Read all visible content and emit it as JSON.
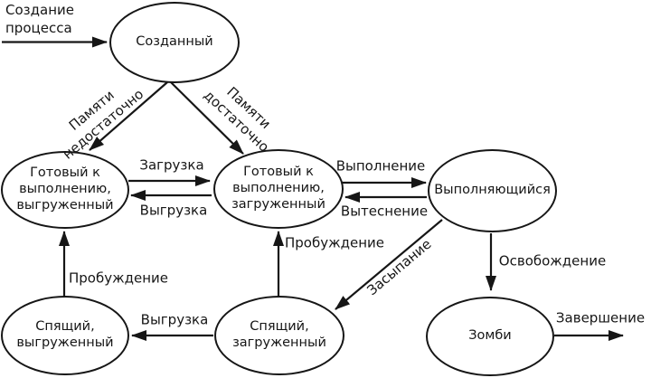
{
  "colors": {
    "line": "#161616",
    "background": "#ffffff"
  },
  "diagram": {
    "type": "process-state-diagram",
    "states": {
      "created": "Созданный",
      "ready_swapped": "Готовый к\nвыполнению,\nвыгруженный",
      "ready_loaded": "Готовый к\nвыполнению,\nзагруженный",
      "running": "Выполняющийся",
      "sleeping_swapped": "Спящий,\nвыгруженный",
      "sleeping_loaded": "Спящий,\nзагруженный",
      "zombie": "Зомби"
    },
    "labels": {
      "creation": "Создание\nпроцесса",
      "memory_insufficient": "Памяти\nнедостаточно",
      "memory_sufficient": "Памяти\nдостаточно",
      "load": "Загрузка",
      "unload_ready": "Выгрузка",
      "execute": "Выполнение",
      "preempt": "Вытеснение",
      "wake_swapped": "Пробуждение",
      "wake_loaded": "Пробуждение",
      "unload_sleeping": "Выгрузка",
      "fall_asleep": "Засыпание",
      "release": "Освобождение",
      "terminate": "Завершение"
    }
  }
}
